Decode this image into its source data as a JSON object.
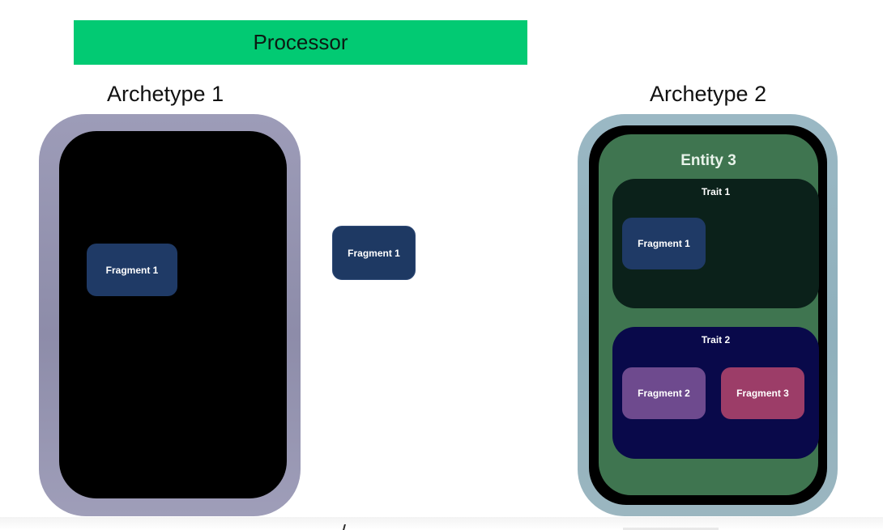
{
  "processor": {
    "label": "Processor"
  },
  "archetype_1": {
    "title": "Archetype 1",
    "fragment_label": "Fragment 1"
  },
  "moving_fragment": {
    "label": "Fragment 1"
  },
  "archetype_2": {
    "title": "Archetype 2",
    "entity": {
      "title": "Entity 3",
      "traits": [
        {
          "title": "Trait 1",
          "fragments": [
            "Fragment 1"
          ]
        },
        {
          "title": "Trait 2",
          "fragments": [
            "Fragment 2",
            "Fragment 3"
          ]
        }
      ]
    }
  },
  "colors": {
    "processor": "#02ca73",
    "fragment_blue": "#1f3a66",
    "fragment_purple": "#6e4a8e",
    "fragment_pink": "#9c3d68",
    "entity_green": "#3f7550",
    "trait_1_bg": "#0b211a",
    "trait_2_bg": "#09094a"
  }
}
